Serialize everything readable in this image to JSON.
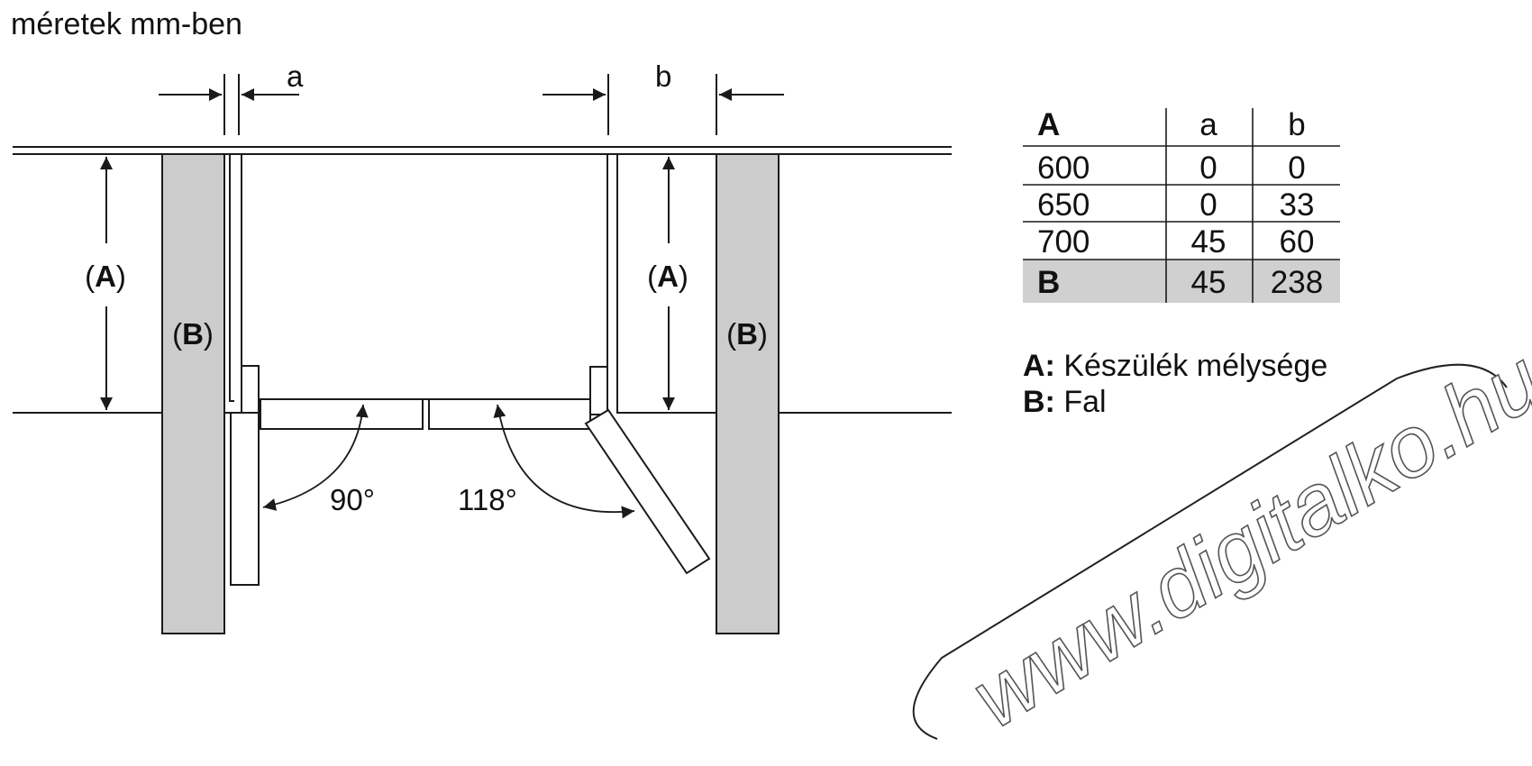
{
  "caption": "méretek mm-ben",
  "gap_labels": {
    "left": "a",
    "right": "b"
  },
  "depth_label": {
    "open": "(",
    "letter": "A",
    "close": ")"
  },
  "wall_label": {
    "open": "(",
    "letter": "B",
    "close": ")"
  },
  "angles": {
    "left": "90°",
    "right": "118°"
  },
  "table": {
    "headers": [
      "A",
      "a",
      "b"
    ],
    "rows": [
      [
        "600",
        "0",
        "0"
      ],
      [
        "650",
        "0",
        "33"
      ],
      [
        "700",
        "45",
        "60"
      ]
    ],
    "highlight_row": [
      "B",
      "45",
      "238"
    ],
    "highlight_color": "#d0d0d0"
  },
  "legend": [
    {
      "key": "A:",
      "text": " Készülék mélysége"
    },
    {
      "key": "B:",
      "text": " Fal"
    }
  ],
  "watermark": "www.digitalko.hu",
  "colors": {
    "line": "#1a1a1a",
    "wall_fill": "#cccccc"
  }
}
